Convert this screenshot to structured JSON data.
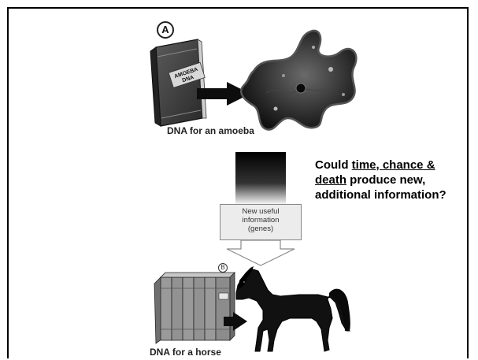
{
  "labels": {
    "panel_a": "A",
    "panel_b": "B"
  },
  "book": {
    "amoeba_line1": "AMOEBA",
    "amoeba_line2": "DNA"
  },
  "captions": {
    "amoeba": "DNA for an amoeba",
    "horse": "DNA for a horse"
  },
  "info_box": {
    "line1": "New useful",
    "line2": "information",
    "line3": "(genes)"
  },
  "question": {
    "part1": "Could ",
    "underlined": "time, chance & death",
    "part2": " produce new, additional information?"
  }
}
